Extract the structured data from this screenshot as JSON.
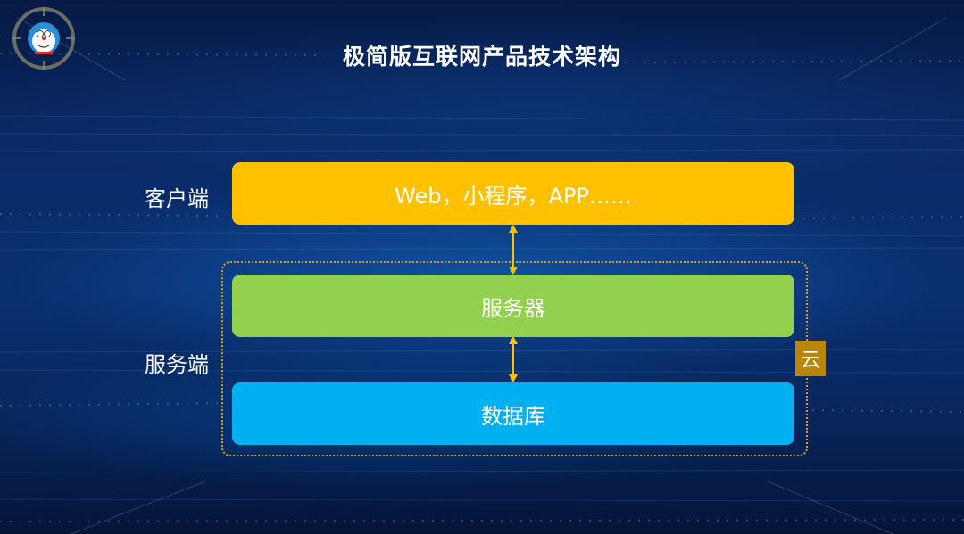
{
  "title": "极简版互联网产品技术架构",
  "labels": {
    "client_side": "客户端",
    "server_side": "服务端"
  },
  "layers": {
    "client": "Web，小程序，APP……",
    "server": "服务器",
    "database": "数据库"
  },
  "cloud_tag": "云",
  "colors": {
    "client": "#ffc000",
    "server": "#92d050",
    "database": "#00b0f0",
    "connector": "#ffc000",
    "cloud_border": "#c9a227",
    "cloud_tag": "#b8860b"
  },
  "icons": {
    "logo": "doraemon-compass-logo-icon",
    "connector": "double-headed-arrow-icon"
  }
}
